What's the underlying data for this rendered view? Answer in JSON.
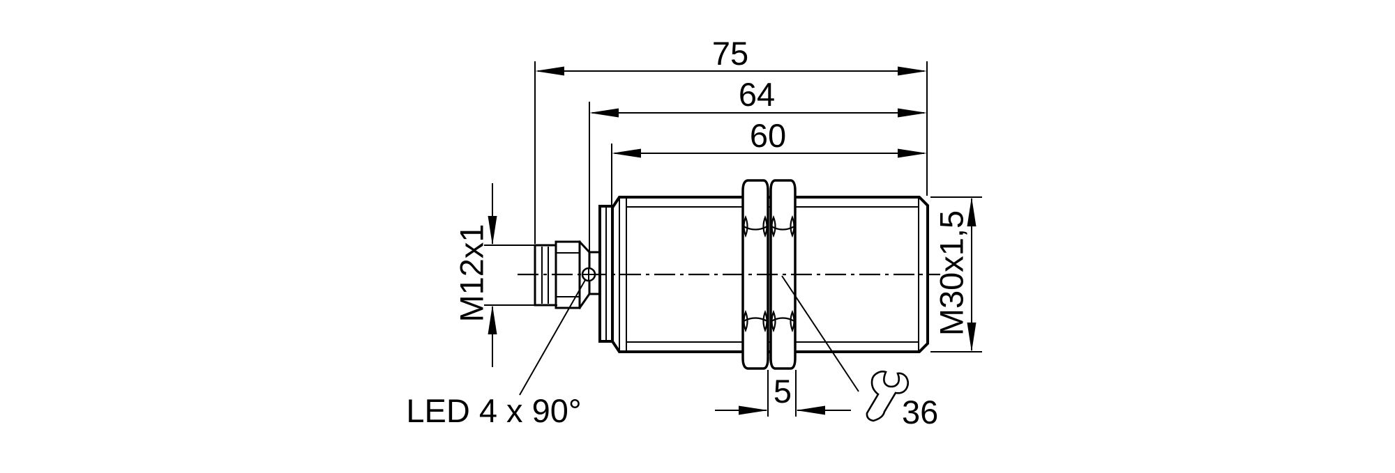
{
  "drawing": {
    "title": "sensor-dimension-drawing",
    "labels": {
      "dim_overall_length": "75",
      "dim_housing_length": "64",
      "dim_thread_length": "60",
      "dim_nut_width": "5",
      "connector_thread": "M12x1",
      "body_thread": "M30x1,5",
      "led_note": "LED 4 x 90°",
      "wrench_size": "36"
    },
    "colors": {
      "line": "#000000",
      "background": "#ffffff"
    }
  }
}
